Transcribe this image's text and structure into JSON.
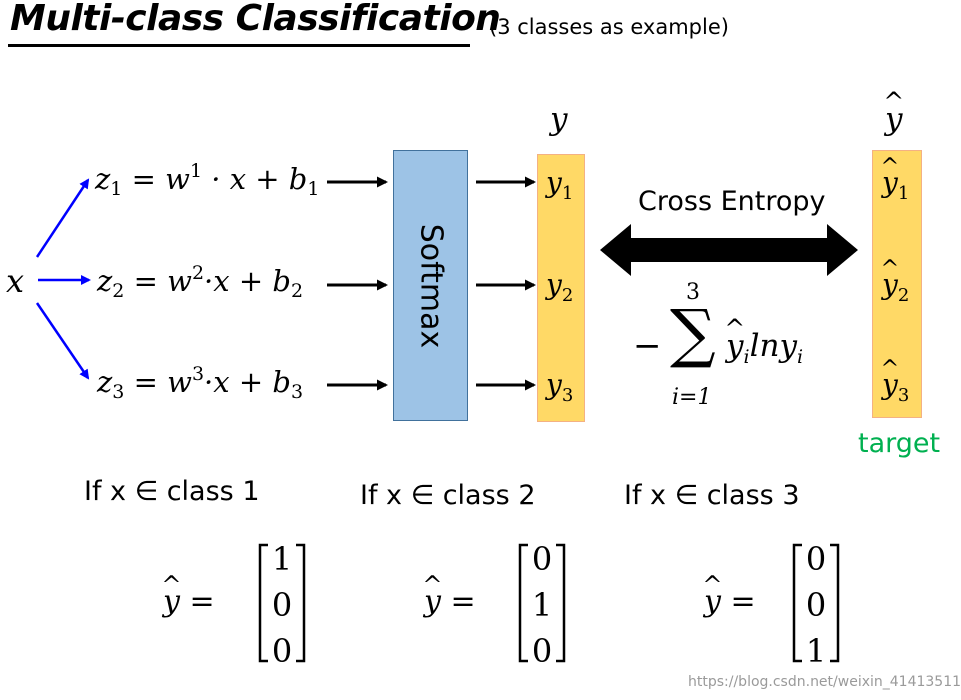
{
  "title": "Multi-class Classification",
  "subtitle": "(3 classes as example)",
  "input": {
    "x": "x"
  },
  "equations": [
    {
      "z": "z",
      "sub": "1",
      "w": "w",
      "sup": "1",
      "middle": " · x + ",
      "b": "b",
      "bsub": "1"
    },
    {
      "z": "z",
      "sub": "2",
      "w": "w",
      "sup": "2",
      "middle": "·x + ",
      "b": "b",
      "bsub": "2"
    },
    {
      "z": "z",
      "sub": "3",
      "w": "w",
      "sup": "3",
      "middle": "·x + ",
      "b": "b",
      "bsub": "3"
    }
  ],
  "eq_operator": " = ",
  "softmax_label": "Softmax",
  "output": {
    "header": "y",
    "items": [
      {
        "sym": "y",
        "sub": "1"
      },
      {
        "sym": "y",
        "sub": "2"
      },
      {
        "sym": "y",
        "sub": "3"
      }
    ]
  },
  "target": {
    "header": "y",
    "items": [
      {
        "sym": "y",
        "sub": "1"
      },
      {
        "sym": "y",
        "sub": "2"
      },
      {
        "sym": "y",
        "sub": "3"
      }
    ],
    "label": "target"
  },
  "cross_entropy": {
    "label": "Cross Entropy",
    "minus": "−",
    "sum_symbol": "∑",
    "upper": "3",
    "lower": "i=1",
    "term_y": "y",
    "term_sub": "i",
    "term_ln": "lny",
    "term_sub2": "i"
  },
  "conditions": [
    "If x ∈ class 1",
    "If x ∈ class 2",
    "If x ∈ class 3"
  ],
  "onehot": {
    "lhs": "y",
    "eq": "=",
    "vectors": [
      [
        "1",
        "0",
        "0"
      ],
      [
        "0",
        "1",
        "0"
      ],
      [
        "0",
        "0",
        "1"
      ]
    ]
  },
  "watermark": "https://blog.csdn.net/weixin_41413511",
  "colors": {
    "softmax_fill": "#9dc3e6",
    "column_fill": "#ffd966",
    "arrow_blue": "#0000ff",
    "target_green": "#00b050"
  }
}
